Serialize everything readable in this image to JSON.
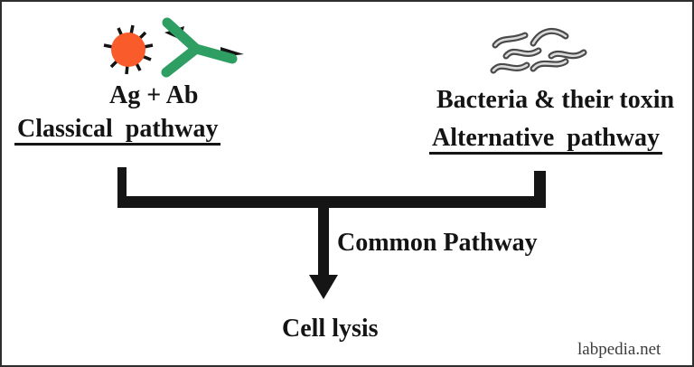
{
  "frame": {
    "background": "#ffffff",
    "border_color": "#2e2e2e"
  },
  "branches": {
    "classical": {
      "trigger": "Ag + Ab",
      "pathway": "Classical  pathway"
    },
    "alternative": {
      "trigger": "Bacteria & their toxin",
      "pathway": "Alternative  pathway"
    }
  },
  "common_pathway_label": "Common Pathway",
  "outcome_label": "Cell lysis",
  "watermark": "labpedia.net",
  "icons": {
    "antigen": {
      "name": "antigen-icon",
      "color": "#f95b2a",
      "spike_color": "#141414"
    },
    "antibody": {
      "name": "antibody-icon",
      "color": "#2f9e62",
      "tip_color": "#141414"
    },
    "bacteria": {
      "name": "bacteria-icon",
      "body_dark": "#4a4a4a",
      "body_light": "#dcdcdc"
    }
  },
  "line_color": "#151515"
}
